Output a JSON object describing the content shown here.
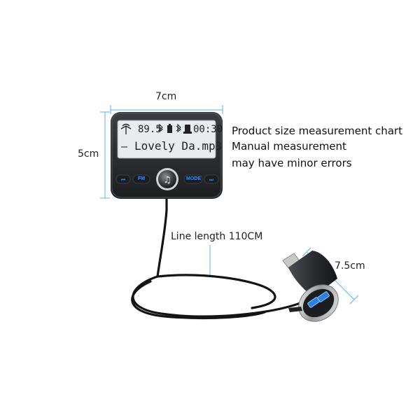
{
  "dimensions": {
    "width_label": "7cm",
    "height_label": "5cm",
    "charger_label": "7.5cm",
    "cable_label": "Line length 110CM"
  },
  "notes": {
    "line1": "Product size measurement chart",
    "line2": "Manual measurement",
    "line3": "may have minor errors"
  },
  "display": {
    "frequency": "89.5",
    "time": "00:30",
    "track": "Lovely Da.mp3",
    "track_prefix": "—"
  },
  "buttons": {
    "fm": "FM",
    "mode": "MODE"
  },
  "colors": {
    "guide_line": "#5fb2e6",
    "accent_blue": "#3c8cf0",
    "device_body": "#2a2d31",
    "screen_bg": "#e9ecef"
  }
}
